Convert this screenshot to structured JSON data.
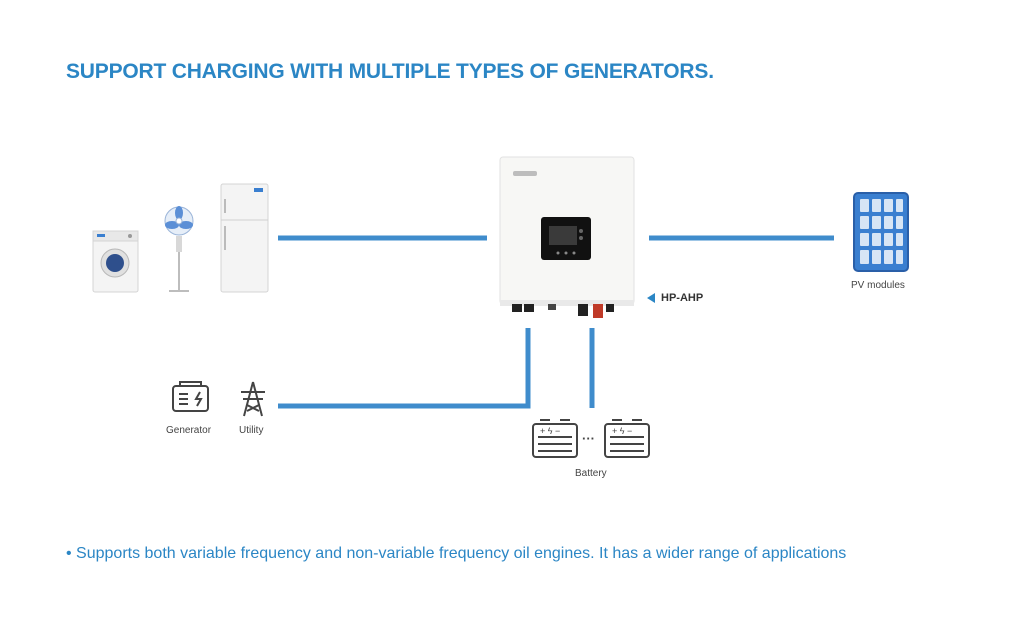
{
  "title": "SUPPORT CHARGING WITH MULTIPLE TYPES OF GENERATORS.",
  "inverter": {
    "model_label": "HP-AHP"
  },
  "labels": {
    "pv": "PV modules",
    "generator": "Generator",
    "utility": "Utility",
    "battery": "Battery",
    "battery_ellipsis": "···"
  },
  "footnote": "• Supports both variable frequency and non-variable frequency oil engines. It has a wider range of applications",
  "colors": {
    "accent": "#2b86c5",
    "line": "#3f8ccc",
    "pv_panel": "#3a7fd0"
  },
  "icons": [
    "washing-machine-icon",
    "fan-icon",
    "refrigerator-icon",
    "inverter-icon",
    "solar-panel-icon",
    "generator-icon",
    "utility-tower-icon",
    "battery-icon"
  ]
}
